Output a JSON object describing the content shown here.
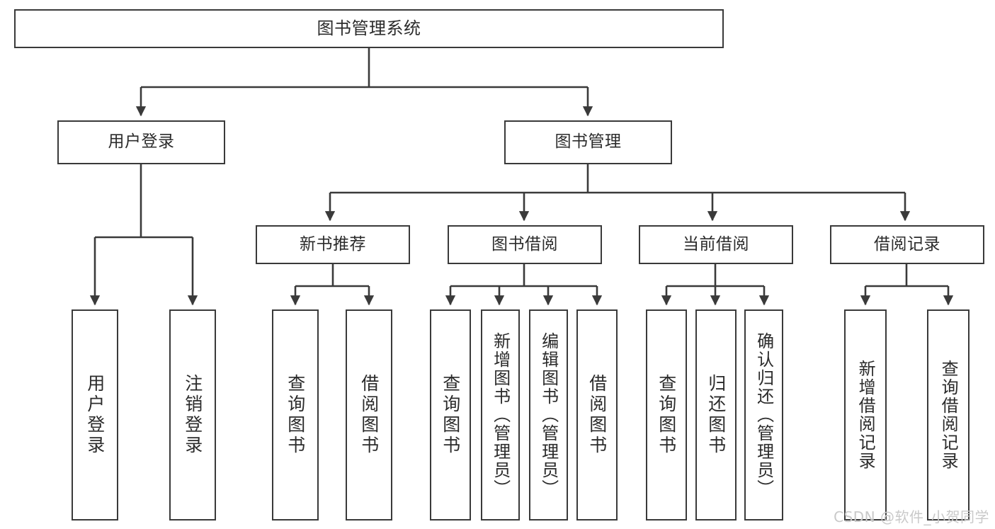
{
  "diagram": {
    "type": "tree",
    "title": "图书管理系统",
    "colors": {
      "box_border": "#3a3a3a",
      "box_fill": "#ffffff",
      "connector": "#3a3a3a",
      "text": "#2b2b2b",
      "watermark": "#c9c9c9",
      "background": "#ffffff"
    },
    "root": {
      "label": "图书管理系统"
    },
    "level2": [
      {
        "label": "用户登录"
      },
      {
        "label": "图书管理"
      }
    ],
    "level3": [
      {
        "label": "新书推荐"
      },
      {
        "label": "图书借阅"
      },
      {
        "label": "当前借阅"
      },
      {
        "label": "借阅记录"
      }
    ],
    "leaves": {
      "user_login": [
        {
          "label": "用户登录"
        },
        {
          "label": "注销登录"
        }
      ],
      "new_book": [
        {
          "label": "查询图书"
        },
        {
          "label": "借阅图书"
        }
      ],
      "book_borrow": [
        {
          "label": "查询图书"
        },
        {
          "label": "新增图书（管理员）"
        },
        {
          "label": "编辑图书（管理员）"
        },
        {
          "label": "借阅图书"
        }
      ],
      "current_borrow": [
        {
          "label": "查询图书"
        },
        {
          "label": "归还图书"
        },
        {
          "label": "确认归还（管理员）"
        }
      ],
      "borrow_record": [
        {
          "label": "新增借阅记录"
        },
        {
          "label": "查询借阅记录"
        }
      ]
    }
  },
  "watermark": {
    "text": "CSDN @软件_小贺同学"
  }
}
